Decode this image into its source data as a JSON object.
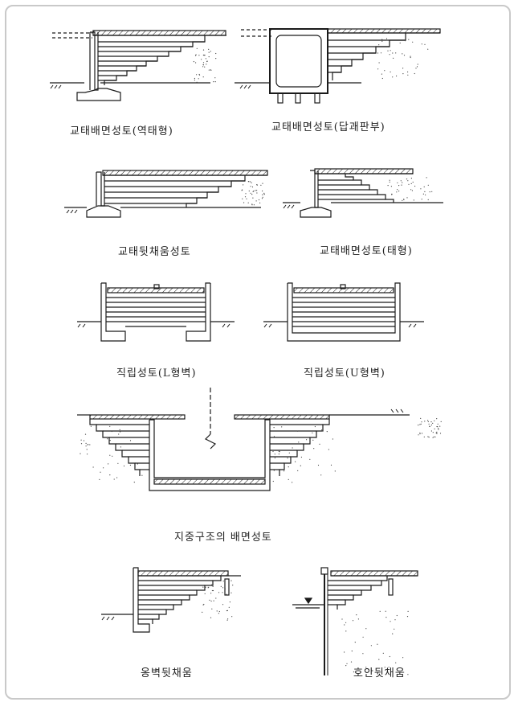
{
  "captions": {
    "abutment_inverted_t": "교태배면성토(역태형)",
    "abutment_approach_slab": "교태배면성토(답괘판부)",
    "abutment_backfill": "교태뒷채움성토",
    "abutment_gravity": "교태배면성토(태형)",
    "retaining_l_wall": "직립성토(L형벽)",
    "retaining_u_wall": "직립성토(U형벽)",
    "underground_structure": "지중구조의  배면성토",
    "retaining_wall_backfill": "옹벽뒷채움",
    "revetment_backfill": "호안뒷채움"
  },
  "colors": {
    "line": "#1a1a1a",
    "frame": "#c9c9c9",
    "background": "#ffffff"
  },
  "symbols": {
    "water_level": "water-level-icon",
    "break_mark": "break-line-icon",
    "ground_hatch": "ground-hatch-icon"
  }
}
